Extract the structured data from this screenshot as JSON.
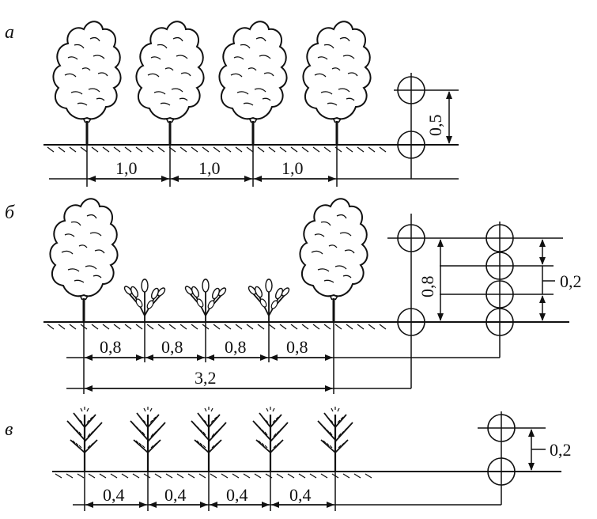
{
  "panels": {
    "a": {
      "label": "а",
      "spacing_labels": [
        "1,0",
        "1,0",
        "1,0"
      ],
      "vertical_label": "0,5"
    },
    "b": {
      "label": "б",
      "spacing_labels": [
        "0,8",
        "0,8",
        "0,8",
        "0,8"
      ],
      "total_label": "3,2",
      "vertical_label": "0,8",
      "side_label": "0,2"
    },
    "c": {
      "label": "в",
      "spacing_labels": [
        "0,4",
        "0,4",
        "0,4",
        "0,4"
      ],
      "side_label": "0,2"
    }
  },
  "plants": {
    "a": [
      "deciduous-tree",
      "deciduous-tree",
      "deciduous-tree",
      "deciduous-tree"
    ],
    "b": [
      "deciduous-tree",
      "shrub",
      "shrub",
      "shrub",
      "deciduous-tree"
    ],
    "c": [
      "conifer-seedling",
      "conifer-seedling",
      "conifer-seedling",
      "conifer-seedling",
      "conifer-seedling"
    ]
  },
  "colors": {
    "ink": "#111111",
    "foliage": "#ffffff"
  }
}
